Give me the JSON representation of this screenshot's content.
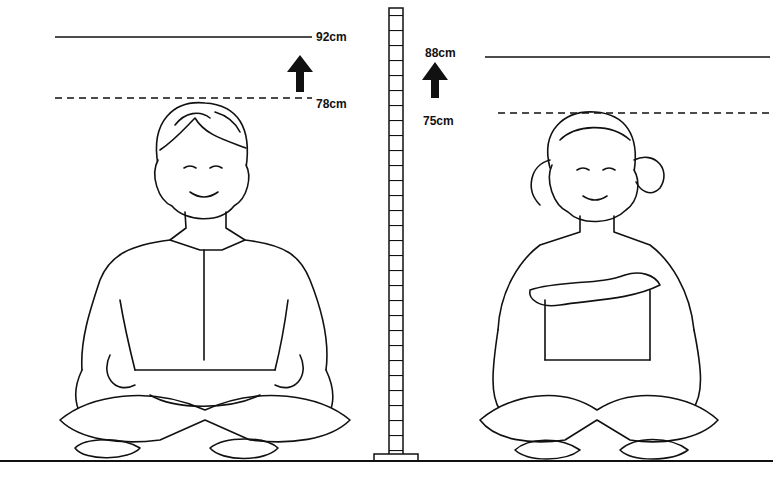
{
  "diagram": {
    "labels": [
      "92cm",
      "78cm",
      "88cm",
      "75cm"
    ]
  }
}
